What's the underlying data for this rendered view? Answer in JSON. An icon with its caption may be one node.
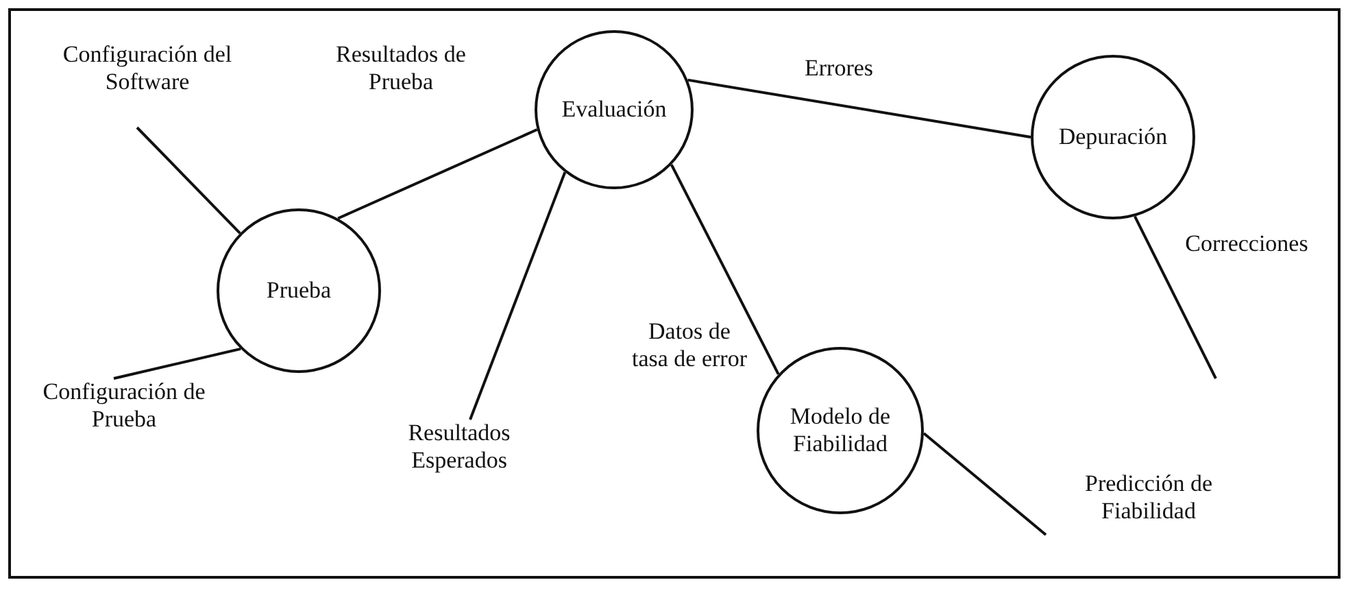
{
  "diagram": {
    "nodes": [
      {
        "text": [
          "Configuración del Software"
        ]
      },
      {
        "text": [
          "Prueba"
        ]
      },
      {
        "text": [
          "Evaluación"
        ]
      },
      {
        "text": [
          "Depuración"
        ]
      },
      {
        "text": [
          "Configuración de Prueba"
        ]
      },
      {
        "text": [
          "Datos de tasa de error"
        ]
      },
      {
        "text": [
          "Resultados Esperados"
        ]
      },
      {
        "text": [
          "Modelo de Fiabilidad"
        ]
      },
      {
        "text": [
          "Predicción de Fiabilidad"
        ]
      }
    ],
    "edges": [
      {
        "from": 0,
        "to": 1,
        "arrow": "none"
      },
      {
        "from": 4,
        "to": 1,
        "arrow": "none"
      },
      {
        "from": 1,
        "to": 2,
        "arrow": "none",
        "label": "Resultados de Prueba"
      },
      {
        "from": 6,
        "to": 2,
        "arrow": "none"
      },
      {
        "from": 2,
        "to": 3,
        "arrow": "none",
        "label": "Errores"
      },
      {
        "from": 2,
        "to": 7,
        "arrow": "none"
      },
      {
        "from": 3,
        "to": null,
        "arrow": "none",
        "label": "Correcciones"
      },
      {
        "from": 7,
        "to": 8,
        "arrow": "none"
      }
    ]
  }
}
